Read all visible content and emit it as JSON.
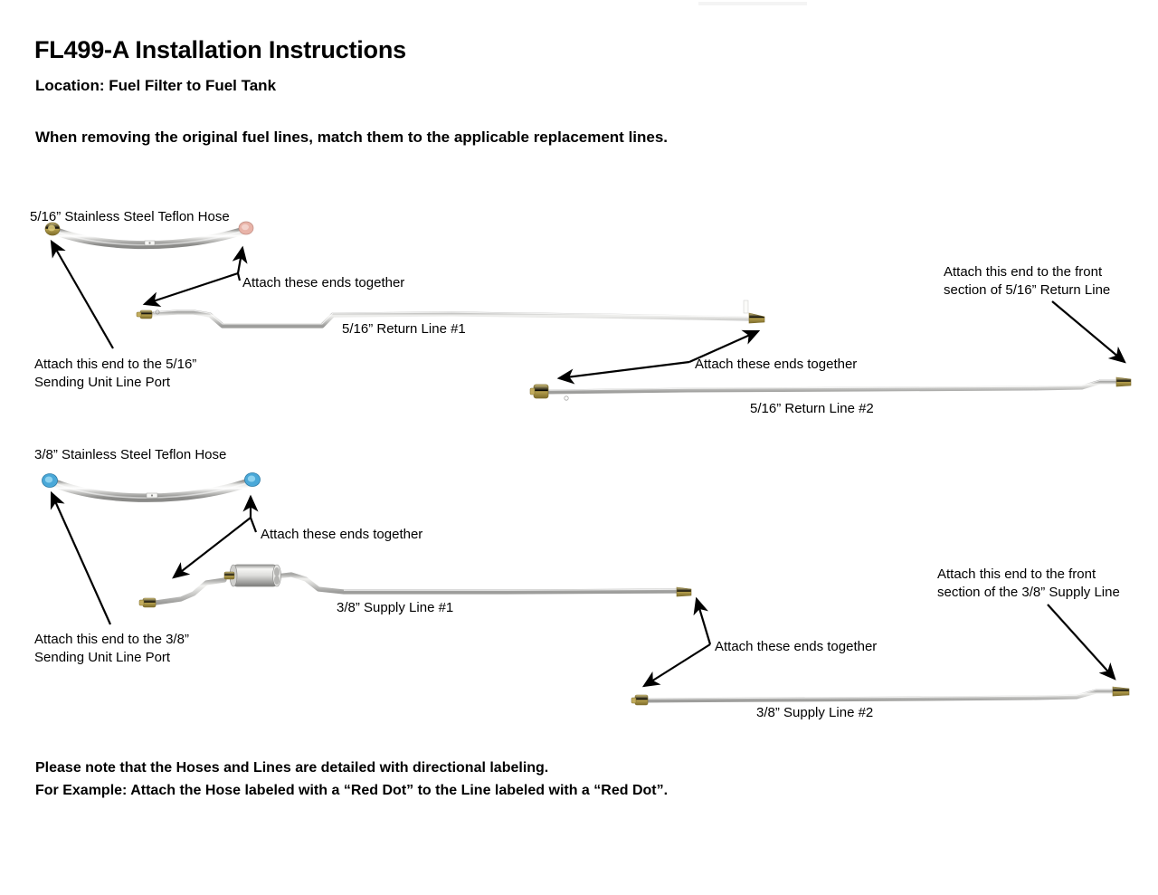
{
  "document": {
    "title": "FL499-A Installation Instructions",
    "location_line": "Location: Fuel Filter to Fuel Tank",
    "instruction_line": "When removing the original fuel lines, match them to the applicable replacement lines."
  },
  "section_516": {
    "hose_label": "5/16” Stainless Steel Teflon Hose",
    "hose_end_left_color": "#b9a23c",
    "hose_end_right_color": "#e8b3a8",
    "callout_attach_ends": "Attach these ends together",
    "callout_sending_unit_line1": "Attach this end to the 5/16”",
    "callout_sending_unit_line2": "Sending Unit Line Port",
    "callout_front_section_line1": "Attach this end to the front",
    "callout_front_section_line2": "section of 5/16” Return Line",
    "line1_label": "5/16” Return Line #1",
    "line2_label": "5/16” Return Line #2",
    "callout_attach_ends_2": "Attach these ends together"
  },
  "section_38": {
    "hose_label": "3/8” Stainless Steel Teflon Hose",
    "hose_end_left_color": "#4aa8d8",
    "hose_end_right_color": "#4aa8d8",
    "callout_attach_ends": "Attach these ends together",
    "callout_sending_unit_line1": "Attach this end to the 3/8”",
    "callout_sending_unit_line2": "Sending Unit Line Port",
    "callout_front_section_line1": "Attach this end to the front",
    "callout_front_section_line2": "section of the 3/8” Supply Line",
    "line1_label": "3/8” Supply Line #1",
    "line2_label": "3/8” Supply Line #2",
    "callout_attach_ends_2": "Attach these ends together"
  },
  "footer": {
    "line1": "Please note that the Hoses and Lines are detailed with directional labeling.",
    "line2": "For Example: Attach the Hose labeled with a “Red Dot” to the Line labeled with a “Red Dot”."
  },
  "colors": {
    "steel_light": "#d8d8d6",
    "steel_mid": "#b4b4b2",
    "steel_dark": "#8f8f8d",
    "brass": "#c3ad5e",
    "brass_dark": "#8d7a33",
    "arrow": "#000000",
    "text": "#000000"
  }
}
